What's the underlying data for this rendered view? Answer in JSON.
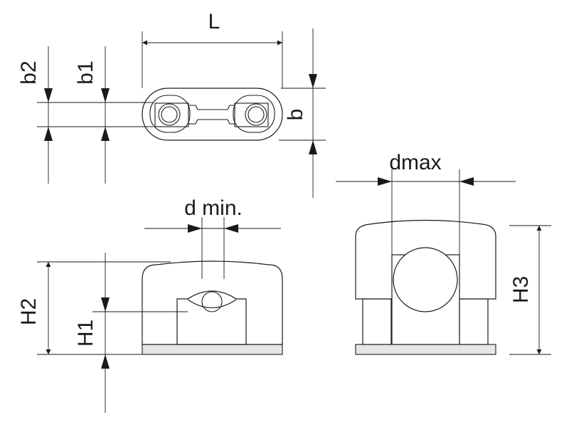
{
  "labels": {
    "L": "L",
    "b2": "b2",
    "b1": "b1",
    "b": "b",
    "d_min": "d min.",
    "d_max": "dmax",
    "H1": "H1",
    "H2": "H2",
    "H3": "H3"
  }
}
